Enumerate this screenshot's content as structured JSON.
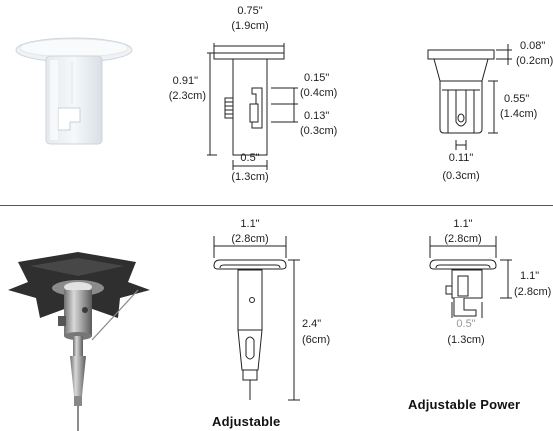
{
  "top": {
    "fixture1": {
      "width_in": "0.75\"",
      "width_cm": "(1.9cm)",
      "height_in": "0.91\"",
      "height_cm": "(2.3cm)",
      "slot_in": "0.15\"",
      "slot_cm": "(0.4cm)",
      "hook_in": "0.13\"",
      "hook_cm": "(0.3cm)",
      "body_in": "0.5\"",
      "body_cm": "(1.3cm)"
    },
    "fixture2": {
      "cap_in": "0.08\"",
      "cap_cm": "(0.2cm)",
      "depth_in": "0.55\"",
      "depth_cm": "(1.4cm)",
      "gap_in": "0.11\"",
      "gap_cm": "(0.3cm)"
    }
  },
  "bottom": {
    "fixture3": {
      "width_in": "1.1\"",
      "width_cm": "(2.8cm)",
      "height_in": "2.4\"",
      "height_cm": "(6cm)",
      "caption": "Adjustable"
    },
    "fixture4": {
      "width_in": "1.1\"",
      "width_cm": "(2.8cm)",
      "height_in": "1.1\"",
      "height_cm": "(2.8cm)",
      "body_in": "0.5\"",
      "body_cm": "(1.3cm)",
      "caption": "Adjustable Power"
    }
  }
}
